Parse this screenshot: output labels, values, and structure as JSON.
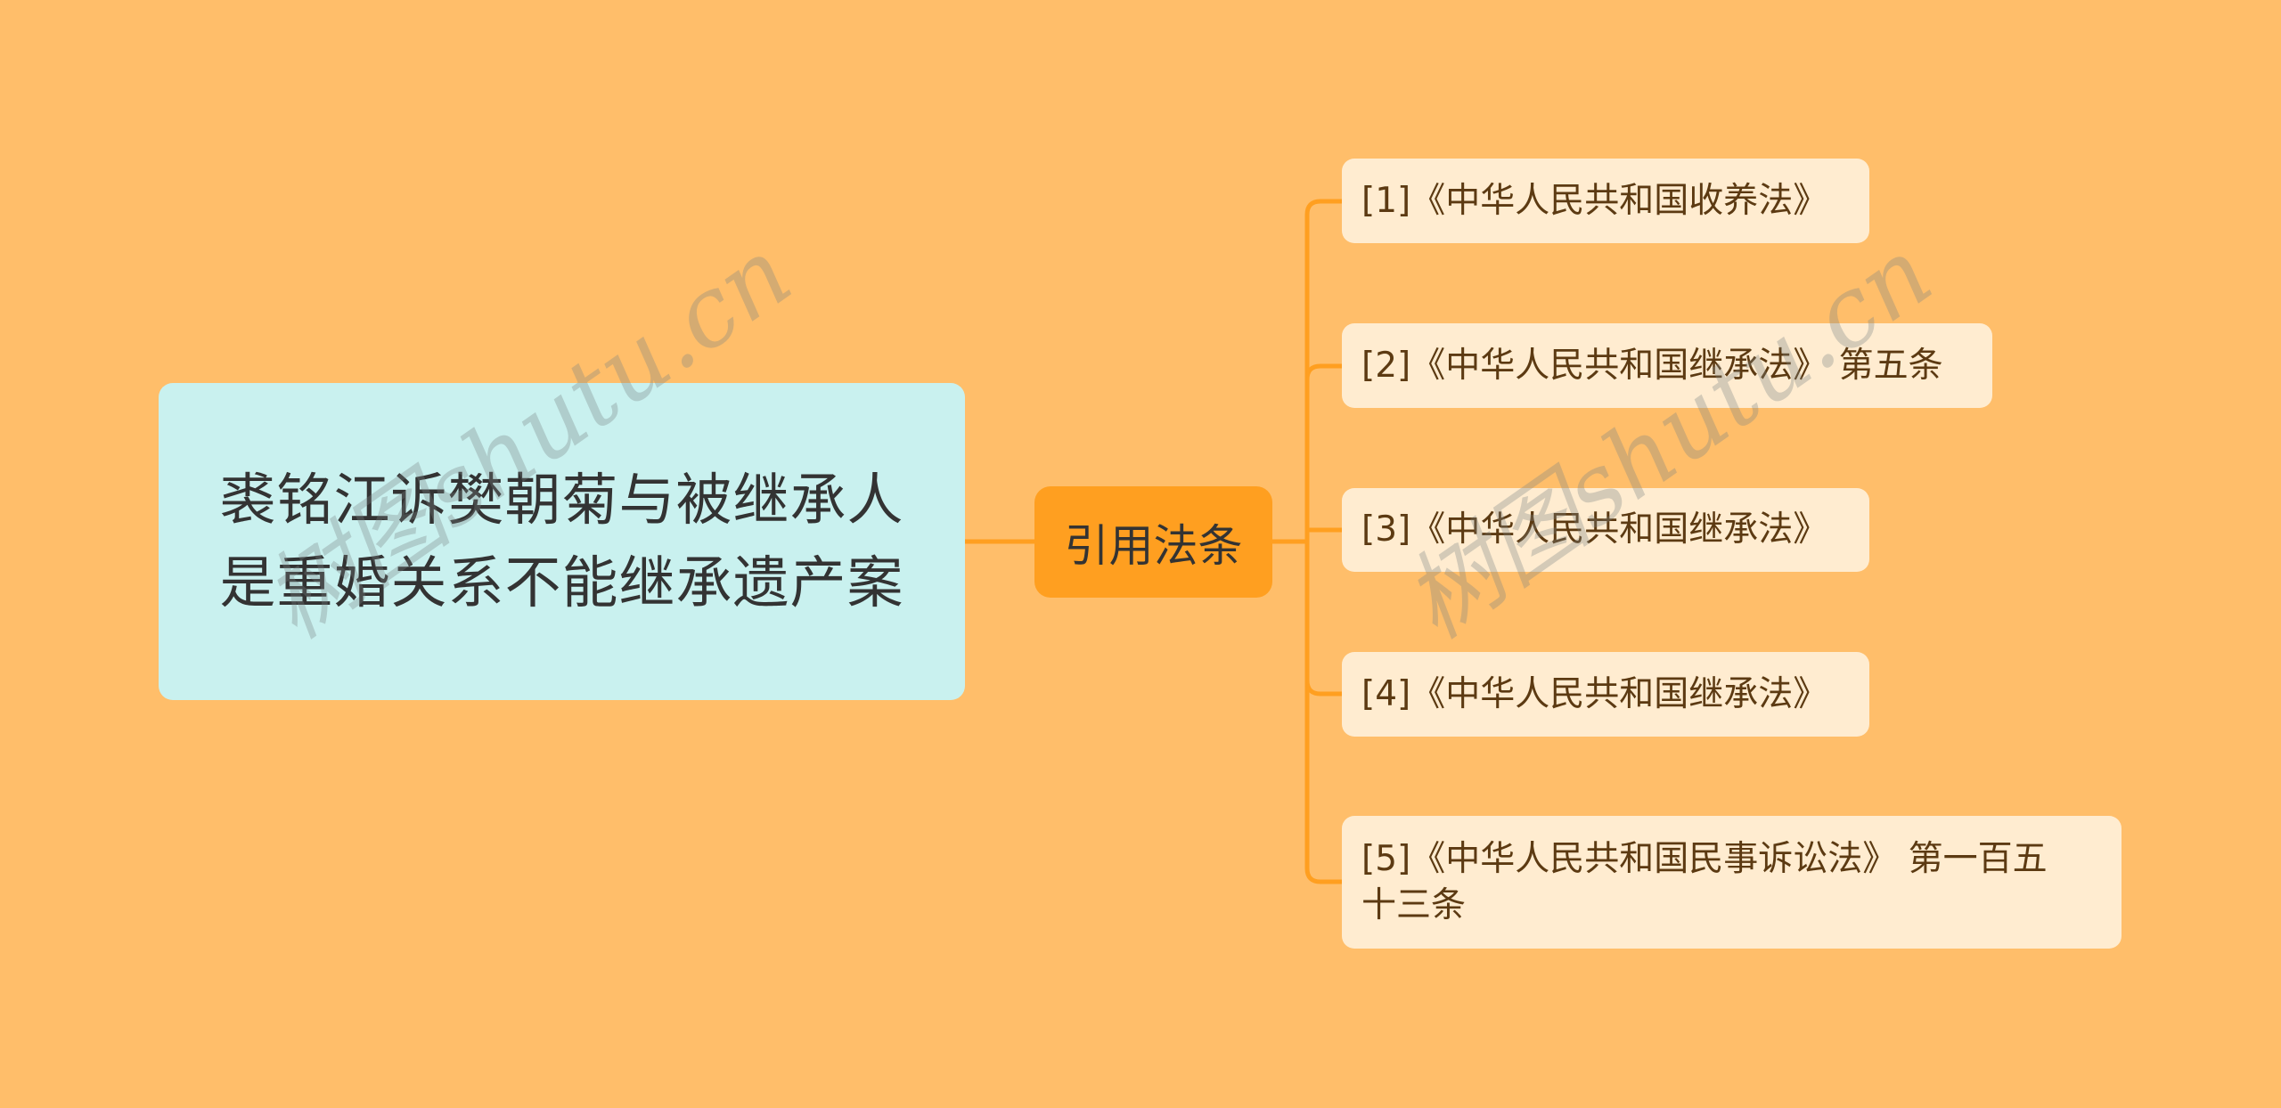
{
  "colors": {
    "background": "#ffbe6a",
    "root_fill": "#c9f1ef",
    "branch_fill": "#ff9f20",
    "leaf_fill": "#ffecd0",
    "connector": "#ff9f20",
    "root_text": "#333333",
    "leaf_text": "#5c3a12"
  },
  "root": {
    "label": "裘铭江诉樊朝菊与被继承人是重婚关系不能继承遗产案"
  },
  "branch": {
    "label": "引用法条"
  },
  "leaves": [
    {
      "label": "[1]《中华人民共和国收养法》"
    },
    {
      "label": "[2]《中华人民共和国继承法》 第五条"
    },
    {
      "label": "[3]《中华人民共和国继承法》"
    },
    {
      "label": "[4]《中华人民共和国继承法》"
    },
    {
      "label": "[5]《中华人民共和国民事诉讼法》 第一百五\n十三条"
    }
  ],
  "watermarks": [
    {
      "text": "树图shutu.cn"
    },
    {
      "text": "树图shutu.cn"
    }
  ]
}
